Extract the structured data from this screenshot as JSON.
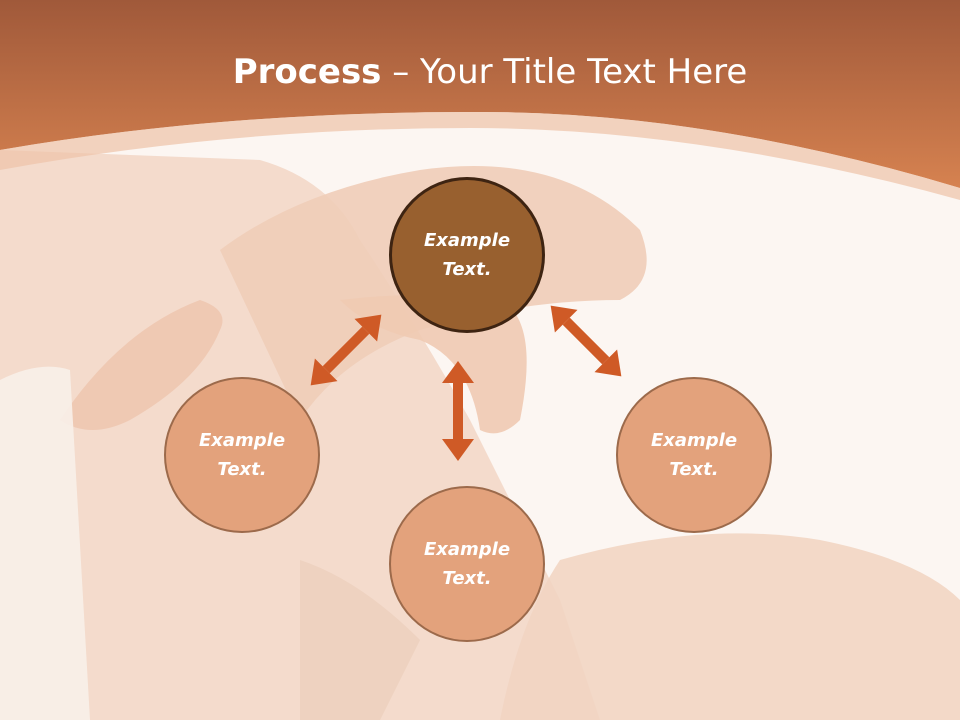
{
  "title": {
    "bold": "Process",
    "rest": " – Your Title Text Here"
  },
  "nodes": {
    "center": "Example\nText.",
    "left": "Example\nText.",
    "bottom": "Example\nText.",
    "right": "Example\nText."
  },
  "colors": {
    "header": "#d0773f",
    "center_fill": "#98602f",
    "outer_fill": "#e3a27c",
    "arrow": "#cf5a26"
  }
}
